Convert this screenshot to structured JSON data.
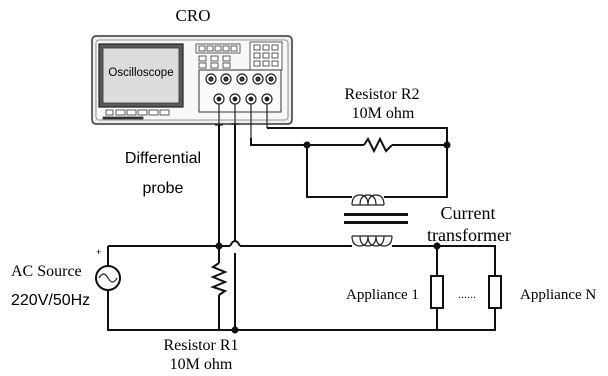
{
  "cro": {
    "title": "CRO",
    "screen_label": "Oscilloscope"
  },
  "resistor_r2": {
    "name": "Resistor R2",
    "value": "10M ohm"
  },
  "resistor_r1": {
    "name": "Resistor R1",
    "value": "10M ohm"
  },
  "probe": {
    "line1": "Differential",
    "line2": "probe"
  },
  "transformer": {
    "line1": "Current",
    "line2": "transformer"
  },
  "source": {
    "name": "AC Source",
    "rating": "220V/50Hz",
    "polarity": "+"
  },
  "appliances": {
    "first": "Appliance 1",
    "dots": "......",
    "last": "Appliance N"
  },
  "colors": {
    "wire": "#111111",
    "screen": "#5a5a5a",
    "device": "#e8e8e8"
  }
}
